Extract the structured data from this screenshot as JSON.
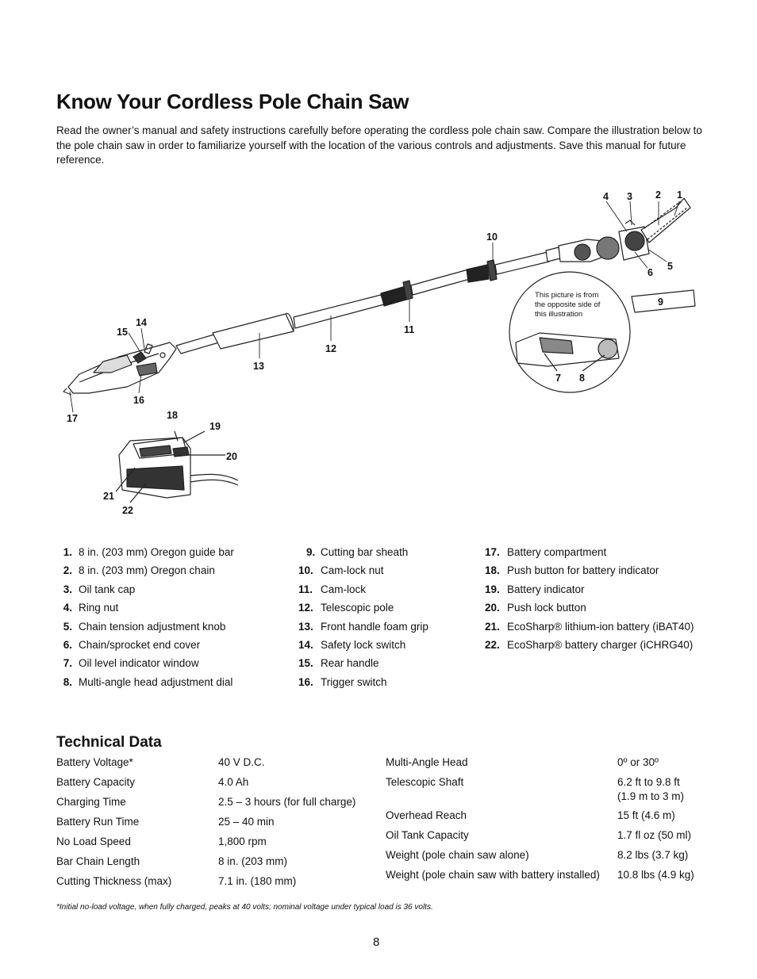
{
  "title": "Know Your Cordless Pole Chain Saw",
  "intro": "Read the owner’s manual and safety instructions carefully before operating the cordless pole chain saw. Compare the illustration below to the pole chain saw in order to familiarize yourself with the location of the various controls and adjustments. Save this manual for future reference.",
  "diagram": {
    "callouts": [
      "1",
      "2",
      "3",
      "4",
      "5",
      "6",
      "7",
      "8",
      "9",
      "10",
      "11",
      "12",
      "13",
      "14",
      "15",
      "16",
      "17",
      "18",
      "19",
      "20",
      "21",
      "22"
    ],
    "inset_note": [
      "This picture is from",
      "the opposite side of",
      "this illustration"
    ]
  },
  "parts": {
    "col1": [
      {
        "num": "1.",
        "label": "8 in. (203 mm) Oregon guide bar"
      },
      {
        "num": "2.",
        "label": "8 in. (203 mm) Oregon chain"
      },
      {
        "num": "3.",
        "label": "Oil tank cap"
      },
      {
        "num": "4.",
        "label": "Ring nut"
      },
      {
        "num": "5.",
        "label": "Chain tension adjustment knob"
      },
      {
        "num": "6.",
        "label": "Chain/sprocket end cover"
      },
      {
        "num": "7.",
        "label": "Oil level indicator window"
      },
      {
        "num": "8.",
        "label": "Multi-angle head adjustment dial"
      }
    ],
    "col2": [
      {
        "num": "9.",
        "label": "Cutting bar sheath"
      },
      {
        "num": "10.",
        "label": "Cam-lock nut"
      },
      {
        "num": "11.",
        "label": "Cam-lock"
      },
      {
        "num": "12.",
        "label": "Telescopic pole"
      },
      {
        "num": "13.",
        "label": "Front handle foam grip"
      },
      {
        "num": "14.",
        "label": "Safety lock switch"
      },
      {
        "num": "15.",
        "label": "Rear handle"
      },
      {
        "num": "16.",
        "label": "Trigger switch"
      }
    ],
    "col3": [
      {
        "num": "17.",
        "label": "Battery compartment"
      },
      {
        "num": "18.",
        "label": "Push button for battery indicator"
      },
      {
        "num": "19.",
        "label": "Battery indicator"
      },
      {
        "num": "20.",
        "label": "Push lock button"
      },
      {
        "num": "21.",
        "label": "EcoSharp® lithium-ion battery (iBAT40)"
      },
      {
        "num": "22.",
        "label": "EcoSharp® battery charger (iCHRG40)"
      }
    ]
  },
  "technical": {
    "heading": "Technical Data",
    "left": [
      {
        "key": "Battery Voltage*",
        "value": "40 V D.C."
      },
      {
        "key": "Battery Capacity",
        "value": "4.0 Ah"
      },
      {
        "key": "Charging Time",
        "value": "2.5 – 3 hours (for full charge)"
      },
      {
        "key": "Battery Run Time",
        "value": "25 – 40 min"
      },
      {
        "key": "No Load Speed",
        "value": "1,800 rpm"
      },
      {
        "key": "Bar Chain Length",
        "value": "8 in. (203 mm)"
      },
      {
        "key": "Cutting Thickness (max)",
        "value": "7.1 in. (180 mm)"
      }
    ],
    "right": [
      {
        "key": "Multi-Angle Head",
        "value": "0º or 30º",
        "value2": ""
      },
      {
        "key": "Telescopic Shaft",
        "value": "6.2 ft to 9.8 ft",
        "value2": "(1.9 m to 3 m)"
      },
      {
        "key": "Overhead Reach",
        "value": "15 ft (4.6 m)",
        "value2": ""
      },
      {
        "key": "Oil Tank Capacity",
        "value": "1.7 fl oz (50 ml)",
        "value2": ""
      },
      {
        "key": "Weight (pole chain saw alone)",
        "value": "8.2 lbs (3.7 kg)",
        "value2": ""
      },
      {
        "key": "Weight (pole chain saw with battery installed)",
        "value": "10.8 lbs (4.9 kg)",
        "value2": ""
      }
    ],
    "footnote": "*Initial no-load voltage, when fully charged, peaks at 40 volts; nominal voltage under typical load is 36 volts."
  },
  "page_number": "8"
}
